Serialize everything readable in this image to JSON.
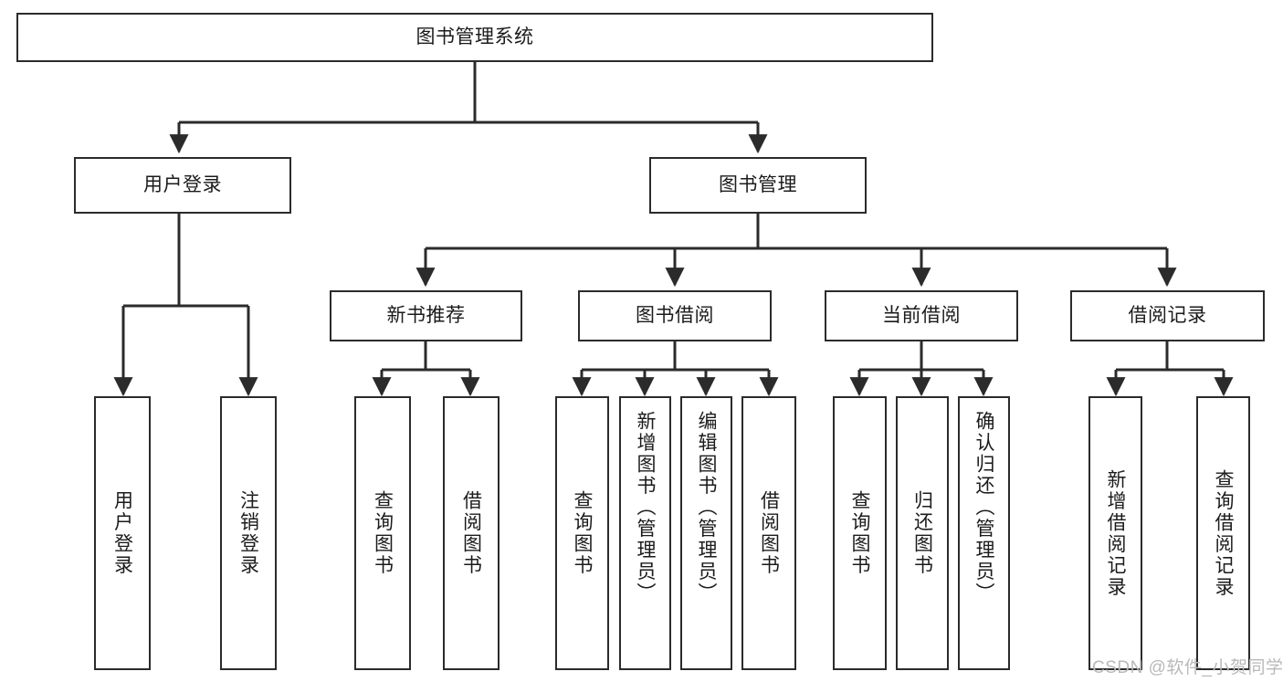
{
  "diagram": {
    "title": "图书管理系统",
    "type": "hierarchy-tree",
    "colors": {
      "box_border": "#2b2b2b",
      "box_fill": "#ffffff",
      "connector": "#2b2b2b",
      "text": "#1b1b1b",
      "watermark": "#b9b9b9"
    },
    "levels": {
      "level1": [
        {
          "id": "root",
          "label": "图书管理系统"
        }
      ],
      "level2": [
        {
          "id": "user-login",
          "label": "用户登录"
        },
        {
          "id": "book-management",
          "label": "图书管理"
        }
      ],
      "level3": [
        {
          "id": "new-book-recommend",
          "label": "新书推荐"
        },
        {
          "id": "book-borrow",
          "label": "图书借阅"
        },
        {
          "id": "current-borrow",
          "label": "当前借阅"
        },
        {
          "id": "borrow-record",
          "label": "借阅记录"
        }
      ],
      "level4": [
        {
          "id": "leaf-user-login",
          "label": "用户登录",
          "parent": "user-login"
        },
        {
          "id": "leaf-logout-login",
          "label": "注销登录",
          "parent": "user-login"
        },
        {
          "id": "leaf-query-book-1",
          "label": "查询图书",
          "parent": "new-book-recommend"
        },
        {
          "id": "leaf-borrow-book-1",
          "label": "借阅图书",
          "parent": "new-book-recommend"
        },
        {
          "id": "leaf-query-book-2",
          "label": "查询图书",
          "parent": "book-borrow"
        },
        {
          "id": "leaf-add-book",
          "label": "新增图书（管理员）",
          "parent": "book-borrow"
        },
        {
          "id": "leaf-edit-book",
          "label": "编辑图书（管理员）",
          "parent": "book-borrow"
        },
        {
          "id": "leaf-borrow-book-2",
          "label": "借阅图书",
          "parent": "book-borrow"
        },
        {
          "id": "leaf-query-book-3",
          "label": "查询图书",
          "parent": "current-borrow"
        },
        {
          "id": "leaf-return-book",
          "label": "归还图书",
          "parent": "current-borrow"
        },
        {
          "id": "leaf-confirm-return",
          "label": "确认归还（管理员）",
          "parent": "current-borrow"
        },
        {
          "id": "leaf-add-record",
          "label": "新增借阅记录",
          "parent": "borrow-record"
        },
        {
          "id": "leaf-query-record",
          "label": "查询借阅记录",
          "parent": "borrow-record"
        }
      ]
    },
    "watermark": "CSDN @软件_小贺同学"
  }
}
